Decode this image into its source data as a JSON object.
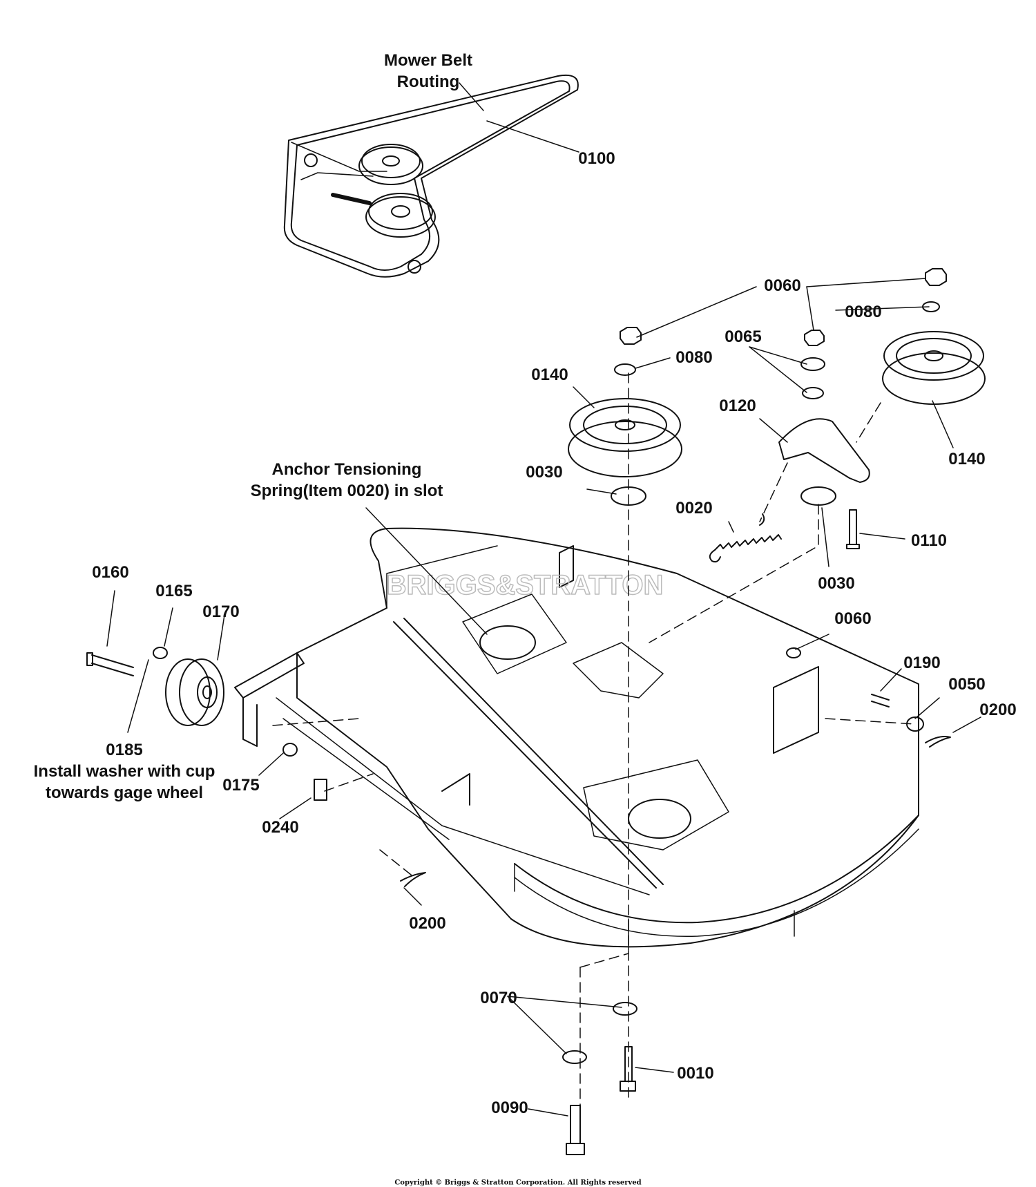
{
  "notes": {
    "belt_routing": [
      "Mower Belt",
      "Routing"
    ],
    "anchor_spring": [
      "Anchor Tensioning",
      "Spring(Item 0020) in slot"
    ],
    "washer_cup": [
      "Install washer with cup",
      "towards gage wheel"
    ]
  },
  "callouts": {
    "c0100": "0100",
    "c0060a": "0060",
    "c0080a": "0080",
    "c0080b": "0080",
    "c0065": "0065",
    "c0140a": "0140",
    "c0140b": "0140",
    "c0120": "0120",
    "c0030a": "0030",
    "c0030b": "0030",
    "c0020": "0020",
    "c0110": "0110",
    "c0160": "0160",
    "c0165": "0165",
    "c0170": "0170",
    "c0060b": "0060",
    "c0190": "0190",
    "c0050": "0050",
    "c0200a": "0200",
    "c0185": "0185",
    "c0175": "0175",
    "c0240": "0240",
    "c0200b": "0200",
    "c0070": "0070",
    "c0010": "0010",
    "c0090": "0090"
  },
  "watermark": "BRIGGS&STRATTON",
  "copyright": "Copyright © Briggs & Stratton Corporation. All Rights reserved"
}
